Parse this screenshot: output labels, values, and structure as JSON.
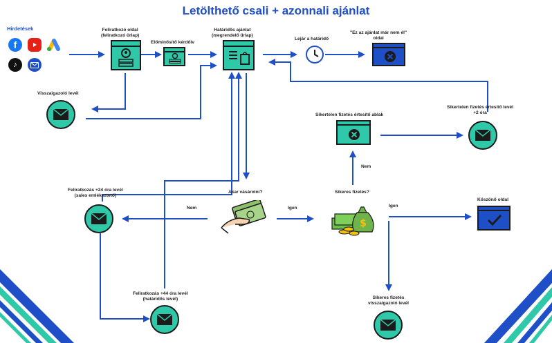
{
  "title": "Letölthető csali + azonnali ajánlat",
  "ads": {
    "label": "Hirdetések",
    "icons": [
      "facebook-icon",
      "youtube-icon",
      "google-ads-icon",
      "tiktok-icon",
      "email-icon"
    ]
  },
  "nodes": {
    "signup_page": "Feliratkozó oldal\n(feliratkozó űrlap)",
    "prequal": "Előminősítő kérdőív",
    "offer": "Határidős ajánlat\n(megrendelő űrlap)",
    "deadline": "Lejár a határidő",
    "expired_page": "\"Ez az ajánlat már nem él\"\noldal",
    "confirm_email": "Visszaigazoló levél",
    "fail_window": "Sikertelen fizetés értesítő ablak",
    "fail_email": "Sikertelen fizetés értesítő levél\n+2 óra",
    "followup24": "Feliratkozás +24 óra levél\n(sales emlékeztető)",
    "buy_question": "Akar vásárolni?",
    "payment_question": "Sikeres fizetés?",
    "thanks_page": "Köszönő oldal",
    "followup44": "Feliratkozás +44 óra levél\n(határidős levél)",
    "success_email": "Sikeres fizetés\nvisszaigazoló levél"
  },
  "edges": {
    "no1": "Nem",
    "yes1": "Igen",
    "no2": "Nem",
    "yes2": "Igen"
  },
  "colors": {
    "accent": "#1f4fc7",
    "teal": "#2fc8a8",
    "dark": "#1b1b1b"
  }
}
